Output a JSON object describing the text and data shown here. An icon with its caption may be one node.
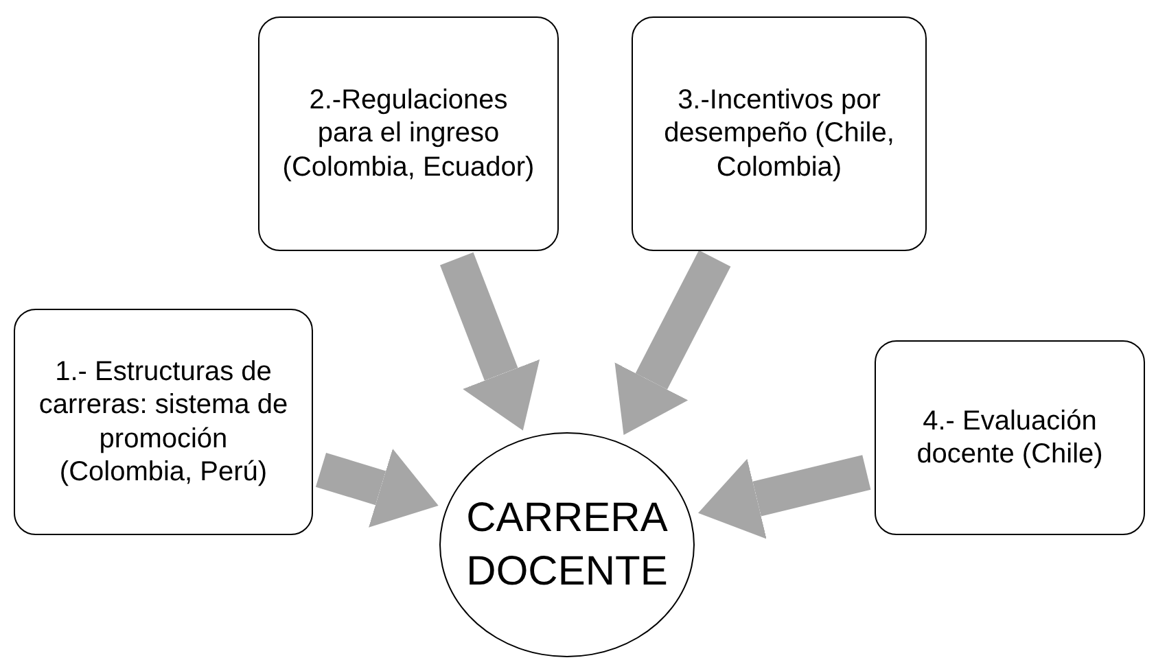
{
  "diagram": {
    "nodes": [
      {
        "text": [
          "1.- Estructuras de carreras: sistema de promoción (Colombia, Perú)"
        ]
      },
      {
        "text": [
          "2.-Regulaciones para el  ingreso (Colombia, Ecuador)"
        ]
      },
      {
        "text": [
          "3.-Incentivos por desempeño (Chile, Colombia)"
        ]
      },
      {
        "text": [
          "4.- Evaluación docente (Chile)"
        ]
      },
      {
        "text": [
          "CARRERA DOCENTE"
        ]
      }
    ],
    "edges": [
      {
        "from": 0,
        "to": 4,
        "arrow": "to"
      },
      {
        "from": 1,
        "to": 4,
        "arrow": "to"
      },
      {
        "from": 2,
        "to": 4,
        "arrow": "to"
      },
      {
        "from": 3,
        "to": 4,
        "arrow": "to"
      }
    ]
  }
}
